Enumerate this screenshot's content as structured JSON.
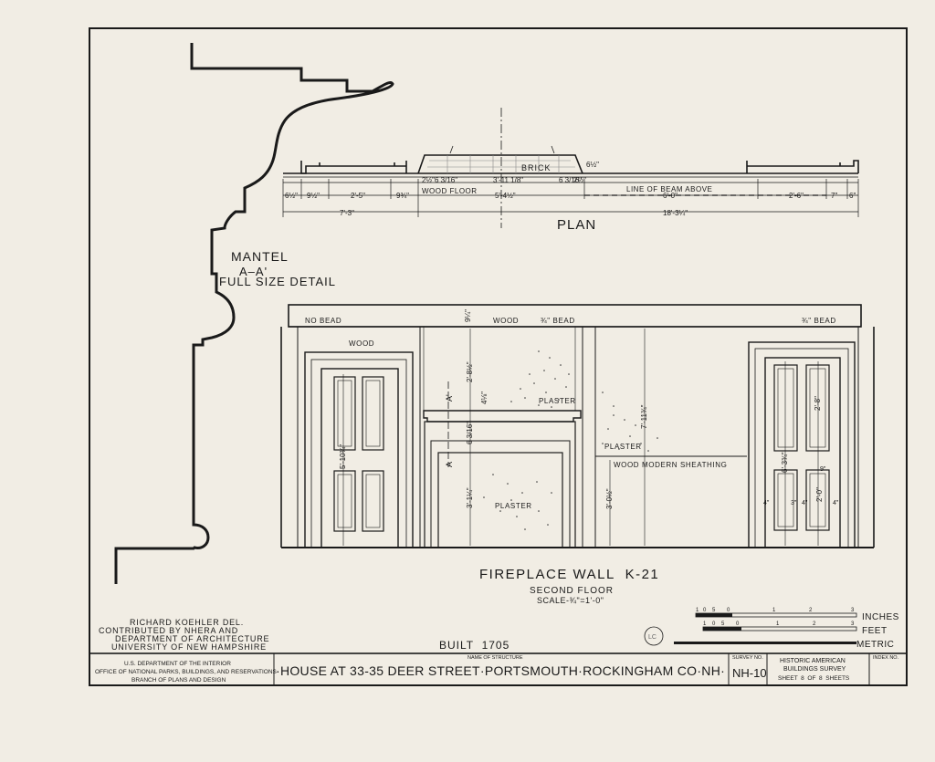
{
  "mantel": {
    "title": "MANTEL",
    "section": "A–A'",
    "subtitle": "FULL SIZE DETAIL"
  },
  "plan": {
    "title": "PLAN",
    "labels": {
      "brick": "BRICK",
      "wood_floor": "WOOD FLOOR",
      "line_of_beam": "LINE OF BEAM ABOVE"
    },
    "dims_top": [
      "2½\"",
      "6 3/16\"",
      "3'-11 1/8\"",
      "6 3/16\"",
      "2½\"",
      "6½\""
    ],
    "dims_row": [
      "6½\"",
      "9½\"",
      "2'-5\"",
      "9¾\"",
      "5'-4½\"",
      "6'-0\"",
      "2'-6\"",
      "7\"",
      "6\""
    ],
    "dims_total": [
      "7'-3\"",
      "18'-3¼\""
    ]
  },
  "elevation": {
    "title": "FIREPLACE WALL  K-21",
    "floor": "SECOND FLOOR",
    "scale": "SCALE-¾\"=1'-0\"",
    "labels": {
      "no_bead": "NO BEAD",
      "wood_top": "WOOD",
      "bead_left": "¾\" BEAD",
      "bead_right": "¾\" BEAD",
      "wood_door": "WOOD",
      "plaster_upper": "PLASTER",
      "plaster_right": "PLASTER",
      "plaster_lower": "PLASTER",
      "wood_sheathing": "WOOD  MODERN SHEATHING",
      "section_a": "A",
      "section_a_prime": "A'"
    },
    "dims": {
      "top": "9¼\"",
      "overmantel": "2'-8½\"",
      "shelf": "4⅛\"",
      "mantel": "6 3/16\"",
      "firebox": "3'-1¼\"",
      "wall_height": "7'-11¾\"",
      "opening": "3'-0½\"",
      "left_door": "5'-10¾\"",
      "right_door": "6'-3¾\"",
      "right_upper_panel": "2'-8\"",
      "right_lower_panel": "2'-0\"",
      "small_a": "4\"",
      "small_b": "9\"",
      "small_c": "3\"",
      "small_d": "4\"",
      "small_e": "4\""
    }
  },
  "credits": {
    "line1": "RICHARD KOEHLER DEL.",
    "line2": "CONTRIBUTED BY NHERA AND",
    "line3": "DEPARTMENT OF ARCHITECTURE",
    "line4": "UNIVERSITY OF NEW HAMPSHIRE"
  },
  "built": "BUILT  1705",
  "stamp": "LC",
  "scale_bars": {
    "inches": "INCHES",
    "feet": "FEET",
    "metric": "METRIC",
    "ticks_in": [
      "1",
      "0",
      "5",
      "0",
      "1",
      "2",
      "3"
    ],
    "ticks_ft": [
      "1",
      "0",
      "5",
      "0",
      "1",
      "2",
      "3"
    ]
  },
  "title_block": {
    "agency1": "U.S. DEPARTMENT OF THE INTERIOR",
    "agency2": "OFFICE OF NATIONAL PARKS, BUILDINGS, AND RESERVATIONS",
    "agency3": "BRANCH OF PLANS AND DESIGN",
    "name_label": "NAME OF STRUCTURE",
    "structure": "·HOUSE AT 33-35 DEER STREET·PORTSMOUTH·ROCKINGHAM CO·NH·",
    "survey_label": "SURVEY NO.",
    "survey_no": "NH-10",
    "habs1": "HISTORIC AMERICAN",
    "habs2": "BUILDINGS SURVEY",
    "sheet": "SHEET  8  OF  8  SHEETS",
    "index_label": "INDEX NO."
  }
}
